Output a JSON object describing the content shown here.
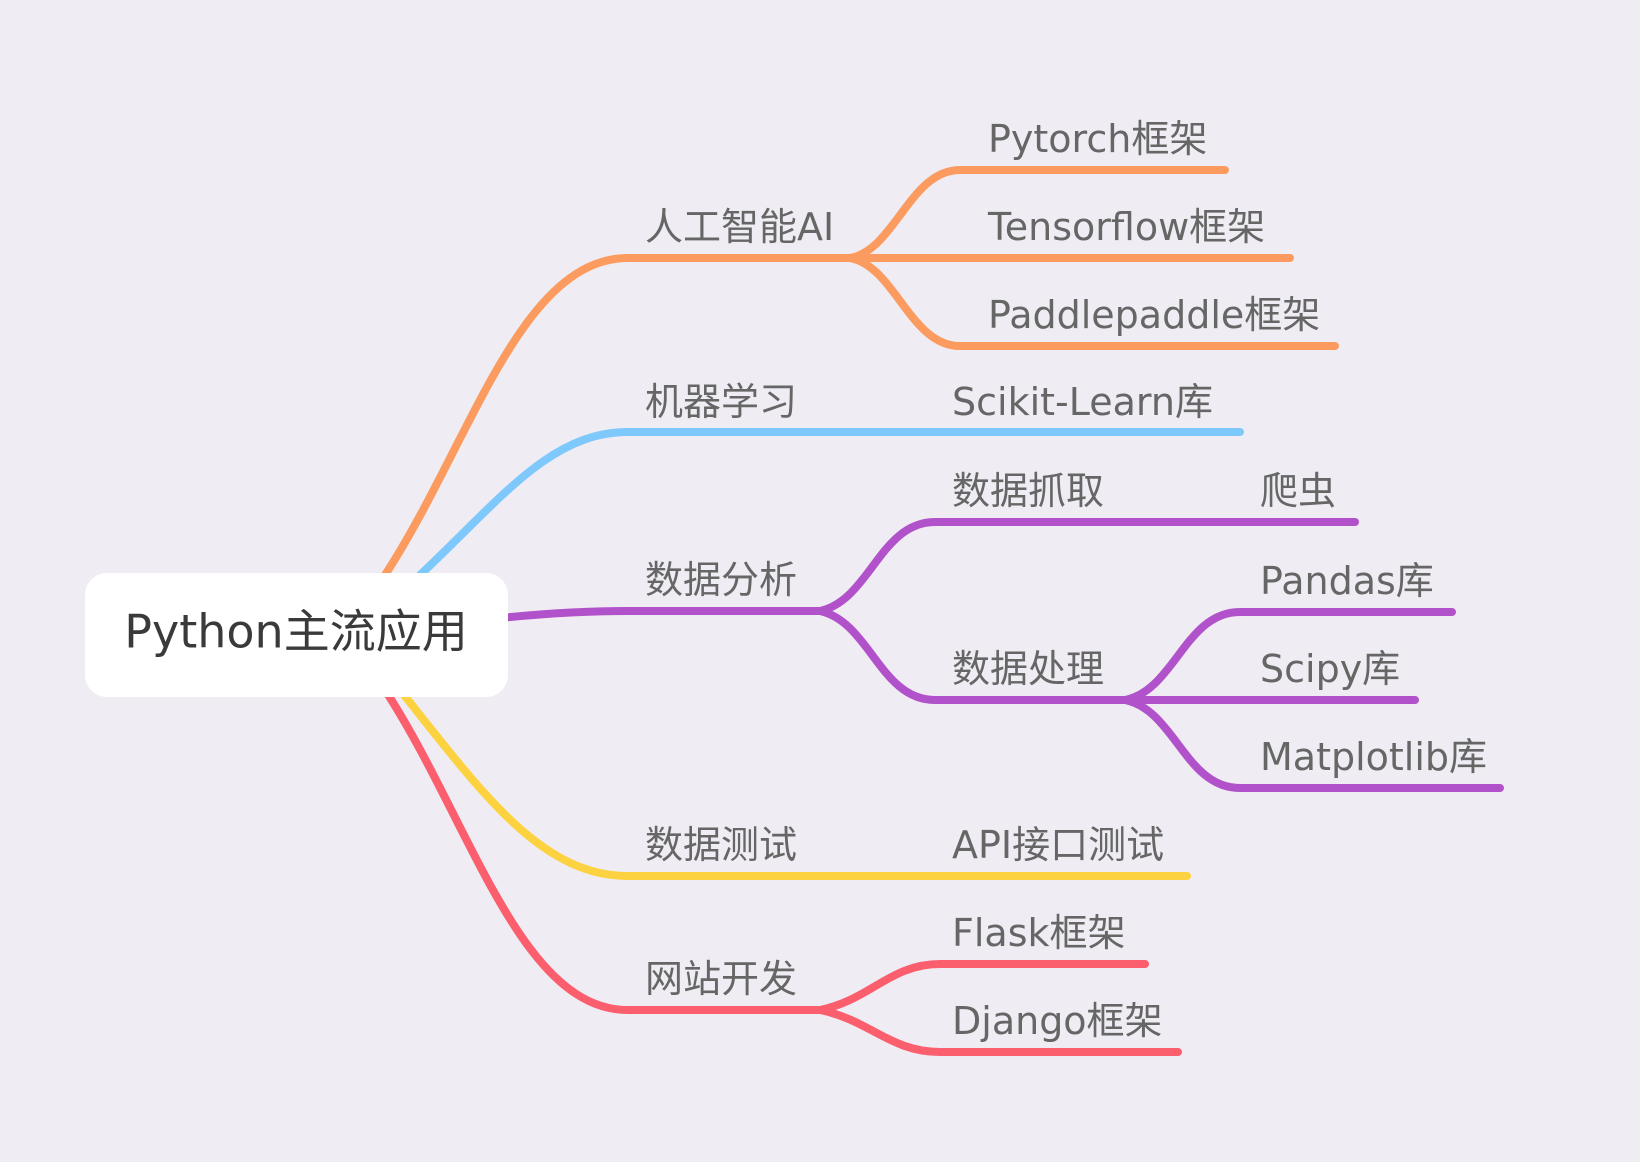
{
  "root": {
    "label": "Python主流应用"
  },
  "colors": {
    "ai": "#fb9b5f",
    "ml": "#7ec8fb",
    "analysis": "#b152cb",
    "testing": "#fdd240",
    "web": "#fb5f6e",
    "root_box": "#ffffff",
    "background": "#efedf3"
  },
  "branches": [
    {
      "id": "ai",
      "label": "人工智能AI",
      "children": [
        {
          "label": "Pytorch框架"
        },
        {
          "label": "Tensorflow框架"
        },
        {
          "label": "Paddlepaddle框架"
        }
      ]
    },
    {
      "id": "ml",
      "label": "机器学习",
      "children": [
        {
          "label": "Scikit-Learn库"
        }
      ]
    },
    {
      "id": "analysis",
      "label": "数据分析",
      "children": [
        {
          "label": "数据抓取",
          "children": [
            {
              "label": "爬虫"
            }
          ]
        },
        {
          "label": "数据处理",
          "children": [
            {
              "label": "Pandas库"
            },
            {
              "label": "Scipy库"
            },
            {
              "label": "Matplotlib库"
            }
          ]
        }
      ]
    },
    {
      "id": "testing",
      "label": "数据测试",
      "children": [
        {
          "label": "API接口测试"
        }
      ]
    },
    {
      "id": "web",
      "label": "网站开发",
      "children": [
        {
          "label": "Flask框架"
        },
        {
          "label": "Django框架"
        }
      ]
    }
  ]
}
